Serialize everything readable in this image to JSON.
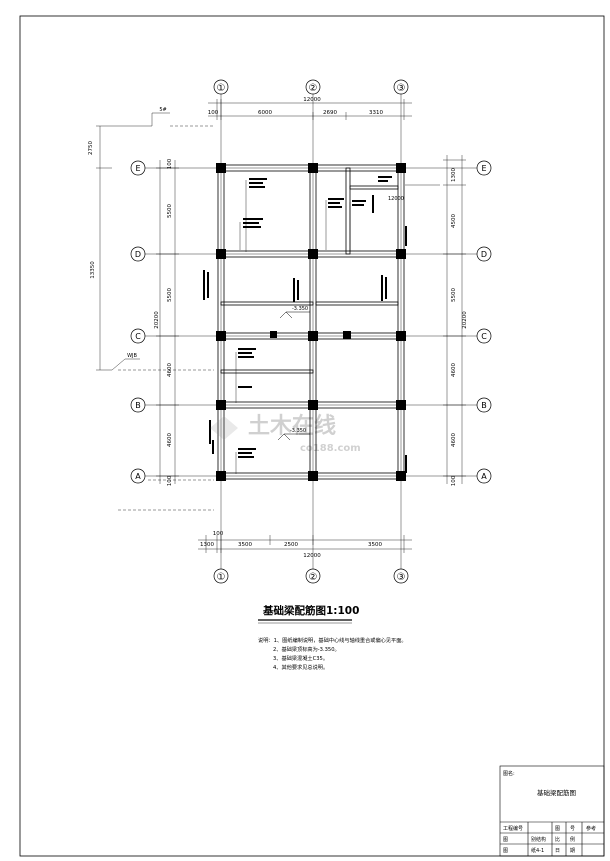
{
  "drawing": {
    "title": "基础梁配筋图1:100",
    "grid_cols": [
      "①",
      "②",
      "③"
    ],
    "grid_rows": [
      "E",
      "D",
      "C",
      "B",
      "A"
    ],
    "top_dims": {
      "total": "12000",
      "segments": [
        "100",
        "6000",
        "2690",
        "3310"
      ]
    },
    "bottom_dims": {
      "total": "12000",
      "segments": [
        "1300",
        "100",
        "3500",
        "2500",
        "3500"
      ]
    },
    "left_dims": {
      "outer": "2750",
      "mid": "13350",
      "total": "20200",
      "segments": [
        "100",
        "5500",
        "5500",
        "4600",
        "4600",
        "100"
      ]
    },
    "right_dims": {
      "total": "20200",
      "segments": [
        "1300",
        "4500",
        "5500",
        "4600",
        "4600",
        "100"
      ]
    },
    "level_marks": [
      "-3.350",
      "-3.350"
    ],
    "inner_dim": "12000",
    "left_tag": "5#",
    "left_note": "WJB",
    "watermark": "土木在线",
    "watermark_url": "co188.com"
  },
  "notes": {
    "heading": "说明：",
    "items": [
      "1、图纸编制说明，基础中心线与轴线重合或偏心见平面。",
      "2、基础梁顶标高为-3.350。",
      "3、基础梁混凝土C35。",
      "4、其他要求见总说明。"
    ]
  },
  "title_block": {
    "project_label": "图名:",
    "drawing_name": "基础梁配筋图",
    "rows": [
      [
        "工程编号",
        "",
        "图",
        "号",
        "参考"
      ],
      [
        "图",
        "别结构",
        "比",
        "例",
        ""
      ],
      [
        "图",
        "纸4-1",
        "日",
        "期",
        ""
      ]
    ]
  }
}
